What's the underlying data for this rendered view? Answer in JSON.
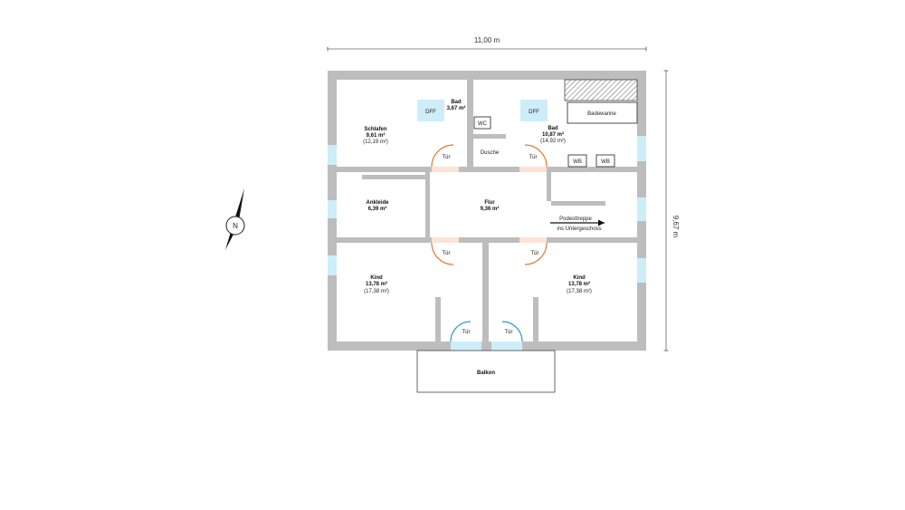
{
  "dimensions": {
    "width": "11,00 m",
    "height": "9,67 m"
  },
  "compass": {
    "label": "N"
  },
  "rooms": {
    "schlafen": {
      "name": "Schlafen",
      "area": "9,61 m²",
      "area_alt": "(12,19 m²)"
    },
    "bad_small": {
      "name": "Bad",
      "area": "3,67 m²"
    },
    "bad_large": {
      "name": "Bad",
      "area": "10,87 m²",
      "area_alt": "(14,92 m²)"
    },
    "dusche": {
      "name": "Dusche"
    },
    "ankleide": {
      "name": "Ankleide",
      "area": "6,39 m²"
    },
    "flur": {
      "name": "Flur",
      "area": "9,36 m²"
    },
    "kind_left": {
      "name": "Kind",
      "area": "13,78 m²",
      "area_alt": "(17,38 m²)"
    },
    "kind_right": {
      "name": "Kind",
      "area": "13,78 m²",
      "area_alt": "(17,38 m²)"
    },
    "balkon": {
      "name": "Balkon"
    }
  },
  "fixtures": {
    "dff_left": "DFF",
    "dff_right": "DFF",
    "wc": "WC",
    "badewanne": "Badewanne",
    "wb_1": "WB",
    "wb_2": "WB"
  },
  "stairs": {
    "line1": "Podesttreppe",
    "line2": "ins Untergeschoss"
  },
  "doors": {
    "schlafen": "Tür",
    "bad": "Tür",
    "kind_left": "Tür",
    "kind_right": "Tür",
    "balkon_left": "Tür",
    "balkon_right": "Tür"
  },
  "colors": {
    "wall": "#bdbdbd",
    "window": "#cdeef8",
    "door_arc_inner": "#e07a30",
    "door_arc_balcony": "#2aa0d0"
  }
}
